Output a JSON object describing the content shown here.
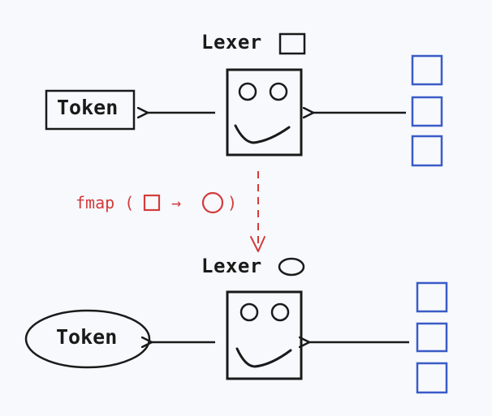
{
  "top": {
    "title": "Lexer",
    "output_label": "Token",
    "type_shape": "square"
  },
  "fmap": {
    "prefix": "fmap (",
    "arrow": "→",
    "suffix": ")"
  },
  "bottom": {
    "title": "Lexer",
    "output_label": "Token",
    "type_shape": "circle"
  },
  "colors": {
    "ink": "#1a1a1a",
    "input_squares": "#3a5bc7",
    "fmap": "#d33b3b",
    "background": "#f7f9fc"
  }
}
